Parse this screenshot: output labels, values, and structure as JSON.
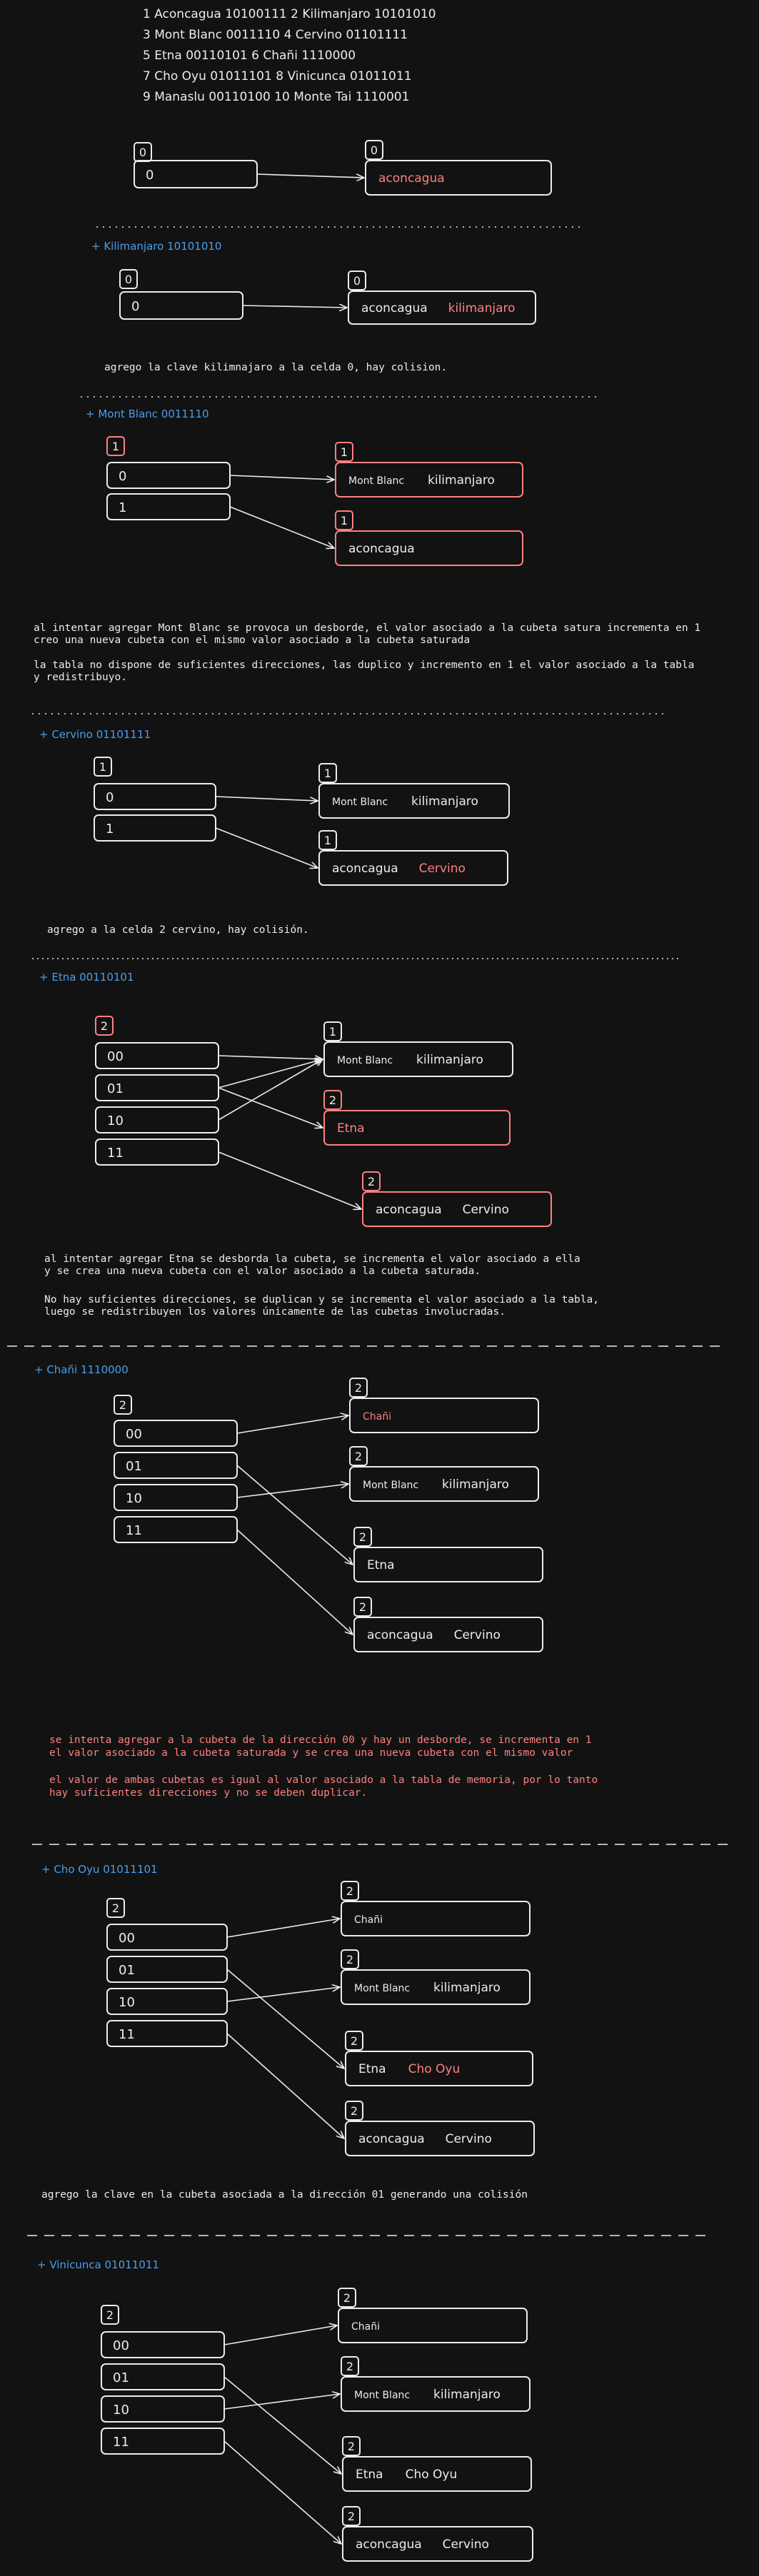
{
  "colors": {
    "background": "#121212",
    "stroke": "#ececec",
    "accent_red": "#ff8080",
    "accent_blue": "#4a9eed"
  },
  "header_lines": [
    "1 Aconcagua 10100111 2 Kilimanjaro 10101010",
    "3 Mont Blanc 0011110 4 Cervino 01101111",
    "5 Etna 00110101 6 Chañi 1110000",
    "7 Cho Oyu 01011101 8 Vinicunca 01011011",
    "9 Manaslu 00110100 10 Monte Tai 1110001"
  ],
  "sections": [
    {
      "title": "",
      "table_depth": "0",
      "rows": [
        "0"
      ],
      "buckets": [
        {
          "depth": "0",
          "items": [
            "aconcagua"
          ],
          "item_colors": [
            "red"
          ]
        }
      ]
    },
    {
      "title": "+ Kilimanjaro 10101010",
      "table_depth": "0",
      "rows": [
        "0"
      ],
      "buckets": [
        {
          "depth": "0",
          "items": [
            "aconcagua",
            "kilimanjaro"
          ],
          "item_colors": [
            "white",
            "red"
          ]
        }
      ],
      "notes": [
        "agrego la clave kilimnajaro a la celda 0, hay colision."
      ]
    },
    {
      "title": "+ Mont Blanc 0011110",
      "table_depth": "1",
      "rows": [
        "0",
        "1"
      ],
      "buckets": [
        {
          "depth": "1",
          "items": [
            "Mont Blanc",
            "kilimanjaro"
          ],
          "item_colors": [
            "white",
            "white"
          ]
        },
        {
          "depth": "1",
          "items": [
            "aconcagua"
          ],
          "item_colors": [
            "white"
          ]
        }
      ],
      "notes": [
        "al intentar agregar Mont Blanc se provoca un desborde, el valor asociado a la cubeta satura incrementa en 1",
        "creo una nueva cubeta con el mismo valor asociado a la cubeta saturada",
        "la tabla no dispone de suficientes direcciones, las duplico y incremento en 1 el valor asociado a la tabla",
        "y redistribuyo."
      ]
    },
    {
      "title": "+ Cervino 01101111",
      "table_depth": "1",
      "rows": [
        "0",
        "1"
      ],
      "buckets": [
        {
          "depth": "1",
          "items": [
            "Mont Blanc",
            "kilimanjaro"
          ],
          "item_colors": [
            "white",
            "white"
          ]
        },
        {
          "depth": "1",
          "items": [
            "aconcagua",
            "Cervino"
          ],
          "item_colors": [
            "white",
            "red"
          ]
        }
      ],
      "notes": [
        "agrego a la celda 2 cervino, hay colisión."
      ]
    },
    {
      "title": "+ Etna 00110101",
      "table_depth": "2",
      "rows": [
        "00",
        "01",
        "10",
        "11"
      ],
      "buckets": [
        {
          "depth": "1",
          "items": [
            "Mont Blanc",
            "kilimanjaro"
          ],
          "item_colors": [
            "white",
            "white"
          ]
        },
        {
          "depth": "2",
          "items": [
            "Etna"
          ],
          "item_colors": [
            "red"
          ]
        },
        {
          "depth": "2",
          "items": [
            "aconcagua",
            "Cervino"
          ],
          "item_colors": [
            "white",
            "white"
          ]
        }
      ],
      "notes": [
        "al intentar agregar Etna se desborda la cubeta, se incrementa el valor asociado a ella",
        "y se crea una nueva cubeta con el valor asociado a la cubeta saturada.",
        "No hay suficientes direcciones, se duplican y se incrementa el valor asociado a la tabla,",
        "luego se redistribuyen los valores únicamente de las cubetas involucradas."
      ]
    },
    {
      "title": "+ Chañi 1110000",
      "table_depth": "2",
      "rows": [
        "00",
        "01",
        "10",
        "11"
      ],
      "buckets": [
        {
          "depth": "2",
          "items": [
            "Chañi"
          ],
          "item_colors": [
            "red"
          ]
        },
        {
          "depth": "2",
          "items": [
            "Mont Blanc",
            "kilimanjaro"
          ],
          "item_colors": [
            "white",
            "white"
          ]
        },
        {
          "depth": "2",
          "items": [
            "Etna"
          ],
          "item_colors": [
            "white"
          ]
        },
        {
          "depth": "2",
          "items": [
            "aconcagua",
            "Cervino"
          ],
          "item_colors": [
            "white",
            "white"
          ]
        }
      ],
      "notes_red": [
        "se intenta agregar a la cubeta de la dirección 00 y hay un desborde, se incrementa en 1",
        "el valor asociado a la cubeta saturada y se crea una nueva cubeta con el mismo valor",
        "el valor de ambas cubetas es igual al valor asociado a la tabla de memoria, por lo tanto",
        "hay suficientes direcciones y no se deben duplicar."
      ]
    },
    {
      "title": "+ Cho Oyu 01011101",
      "table_depth": "2",
      "rows": [
        "00",
        "01",
        "10",
        "11"
      ],
      "buckets": [
        {
          "depth": "2",
          "items": [
            "Chañi"
          ],
          "item_colors": [
            "white"
          ]
        },
        {
          "depth": "2",
          "items": [
            "Mont Blanc",
            "kilimanjaro"
          ],
          "item_colors": [
            "white",
            "white"
          ]
        },
        {
          "depth": "2",
          "items": [
            "Etna",
            "Cho Oyu"
          ],
          "item_colors": [
            "white",
            "red"
          ]
        },
        {
          "depth": "2",
          "items": [
            "aconcagua",
            "Cervino"
          ],
          "item_colors": [
            "white",
            "white"
          ]
        }
      ],
      "notes": [
        "agrego la clave en la cubeta asociada a la dirección 01 generando una colisión"
      ]
    },
    {
      "title": "+ Vinicunca 01011011",
      "table_depth": "2",
      "rows": [
        "00",
        "01",
        "10",
        "11"
      ],
      "buckets": [
        {
          "depth": "2",
          "items": [
            "Chañi"
          ],
          "item_colors": [
            "white"
          ]
        },
        {
          "depth": "2",
          "items": [
            "Mont Blanc",
            "kilimanjaro"
          ],
          "item_colors": [
            "white",
            "white"
          ]
        },
        {
          "depth": "2",
          "items": [
            "Etna",
            "Cho Oyu"
          ],
          "item_colors": [
            "white",
            "white"
          ]
        },
        {
          "depth": "2",
          "items": [
            "aconcagua",
            "Cervino"
          ],
          "item_colors": [
            "white",
            "white"
          ]
        }
      ]
    }
  ]
}
